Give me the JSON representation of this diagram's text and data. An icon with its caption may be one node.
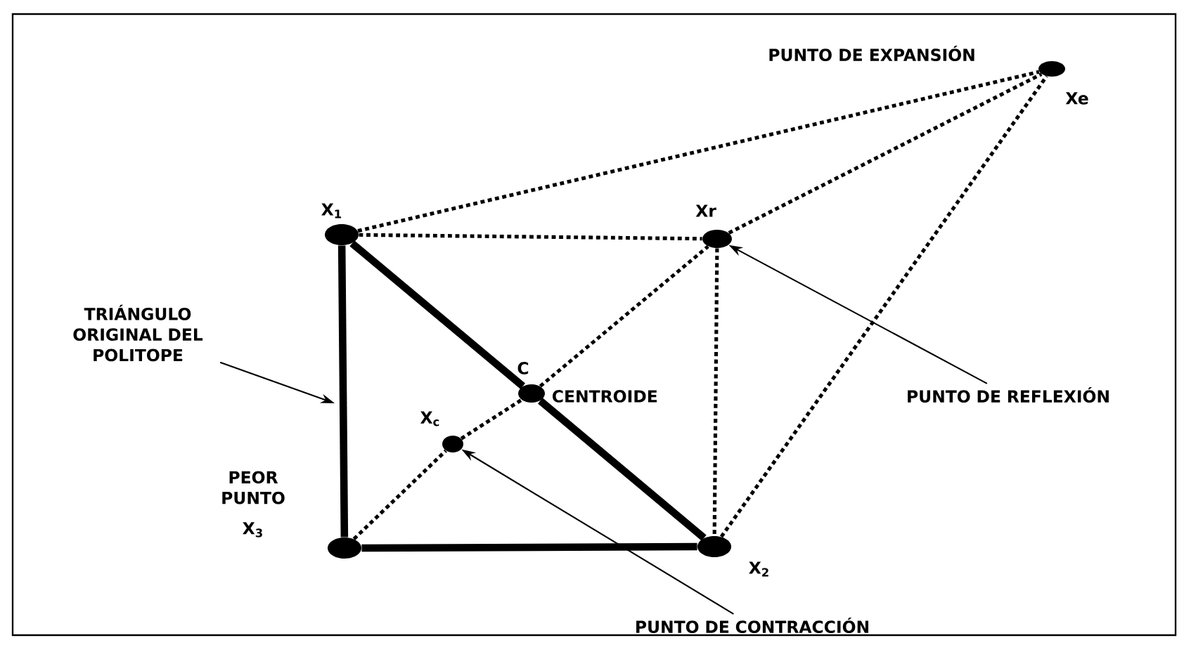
{
  "diagram": {
    "nodes": [
      {
        "text": [],
        "shape": "circle",
        "beside": [
          "X$_{1}$"
        ]
      },
      {
        "text": [],
        "shape": "circle",
        "beside": [
          "Xr"
        ]
      },
      {
        "text": [],
        "shape": "circle",
        "beside": [
          "PUNTO DE EXPANSIÓN",
          "Xe"
        ]
      },
      {
        "text": [],
        "shape": "circle",
        "beside": [
          "C",
          "CENTROIDE"
        ]
      },
      {
        "text": [],
        "shape": "circle",
        "beside": [
          "X$_{c}$"
        ]
      },
      {
        "text": [],
        "shape": "circle",
        "beside": [
          "PEOR PUNTO",
          "X$_{3}$"
        ]
      },
      {
        "text": [],
        "shape": "circle",
        "beside": [
          "X$_{2}$"
        ]
      },
      {
        "text": [
          "TRIÁNGULO ORIGINAL DEL POLITOPE"
        ]
      },
      {
        "text": [
          "PUNTO DE REFLEXIÓN"
        ]
      },
      {
        "text": [
          "PUNTO DE CONTRACCIÓN"
        ]
      }
    ],
    "edges": [
      {
        "from": 0,
        "to": 5,
        "arrow": "none",
        "style": "thick"
      },
      {
        "from": 0,
        "to": 3,
        "arrow": "none",
        "style": "thick"
      },
      {
        "from": 3,
        "to": 6,
        "arrow": "none",
        "style": "thick"
      },
      {
        "from": 5,
        "to": 6,
        "arrow": "none",
        "style": "thick"
      },
      {
        "from": 0,
        "to": 1,
        "arrow": "none",
        "style": "dashed"
      },
      {
        "from": 0,
        "to": 2,
        "arrow": "none",
        "style": "dashed"
      },
      {
        "from": 1,
        "to": 2,
        "arrow": "none",
        "style": "dashed"
      },
      {
        "from": 6,
        "to": 2,
        "arrow": "none",
        "style": "dashed"
      },
      {
        "from": 1,
        "to": 6,
        "arrow": "none",
        "style": "dashed"
      },
      {
        "from": 5,
        "to": 4,
        "arrow": "none",
        "style": "dashed"
      },
      {
        "from": 4,
        "to": 3,
        "arrow": "none",
        "style": "dashed"
      },
      {
        "from": 3,
        "to": 1,
        "arrow": "none",
        "style": "dashed"
      },
      {
        "from": 7,
        "to": null,
        "arrow": "to"
      },
      {
        "from": 8,
        "to": 1,
        "arrow": "to"
      },
      {
        "from": 9,
        "to": 4,
        "arrow": "to"
      }
    ]
  }
}
